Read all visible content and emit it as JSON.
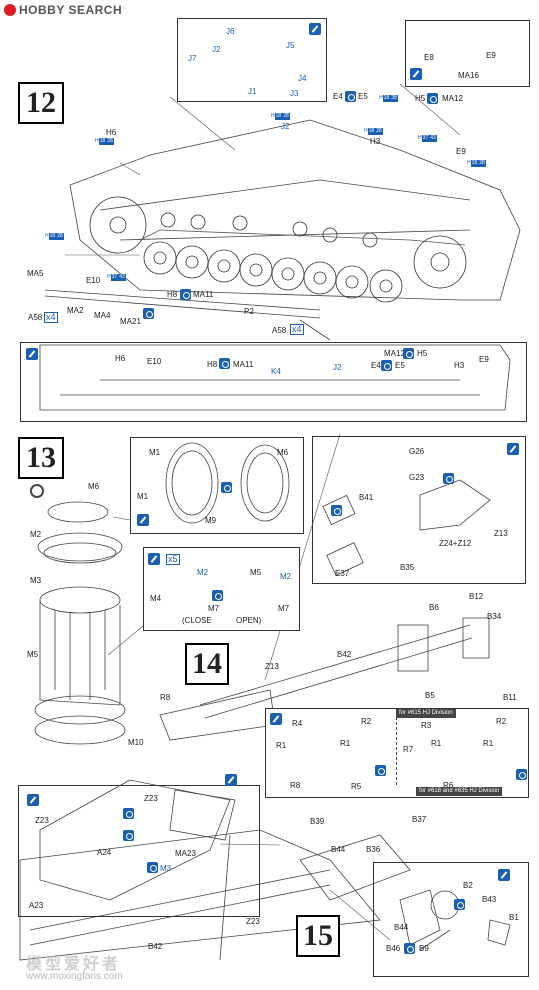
{
  "header": {
    "logo_text": "HOBBY SEARCH"
  },
  "watermark": {
    "line1": "模型爱好者",
    "line2": "www.moxingfans.com"
  },
  "steps": {
    "s12": "12",
    "s13": "13",
    "s14": "14",
    "s15": "15"
  },
  "step12": {
    "inset_j": [
      "J6",
      "J5",
      "J2",
      "J7",
      "J4",
      "J1",
      "J3"
    ],
    "inset_e": [
      "E8",
      "E9",
      "MA16"
    ],
    "parts": [
      "H6",
      "E4",
      "E5",
      "H5",
      "MA12",
      "J2",
      "H3",
      "E9",
      "E10",
      "MA5",
      "MA2",
      "MA4",
      "MA21",
      "H8",
      "MA11",
      "P2",
      "A58",
      "A58"
    ],
    "x4": "x4",
    "side": [
      "H6",
      "E10",
      "H8",
      "MA11",
      "K4",
      "J2",
      "MA12",
      "H5",
      "E4",
      "E5",
      "H3",
      "E9"
    ]
  },
  "step13": {
    "parts": [
      "M6",
      "M2",
      "M3",
      "M5",
      "M10"
    ],
    "inset1": [
      "M1",
      "M1",
      "M9",
      "M6"
    ],
    "inset2": [
      "M2",
      "M5",
      "M2",
      "M4",
      "M7",
      "M7"
    ],
    "x5": "x5",
    "close": "(CLOSE",
    "open": "OPEN)"
  },
  "step14": {
    "parts": [
      "G26",
      "G23",
      "B41",
      "Z13",
      "E37",
      "B35",
      "B12",
      "B6",
      "B34",
      "B42",
      "Z13",
      "R8",
      "B5",
      "B11"
    ],
    "z24": "Z24+Z12",
    "variants": {
      "top_label": "for #615 HJ Division",
      "bottom_label": "for #618 and #635 HJ Division",
      "left": [
        "R4",
        "R2",
        "R1",
        "R1",
        "R8",
        "R5"
      ],
      "right": [
        "R3",
        "R2",
        "R7",
        "R1",
        "R1",
        "R6"
      ]
    }
  },
  "step15": {
    "parts": [
      "Z23",
      "Z23",
      "A24",
      "M3",
      "MA23",
      "A23",
      "B39",
      "B37",
      "B44",
      "B36",
      "Z23",
      "B42"
    ],
    "detail": [
      "B2",
      "B43",
      "B1",
      "B44",
      "B46",
      "B9"
    ]
  }
}
